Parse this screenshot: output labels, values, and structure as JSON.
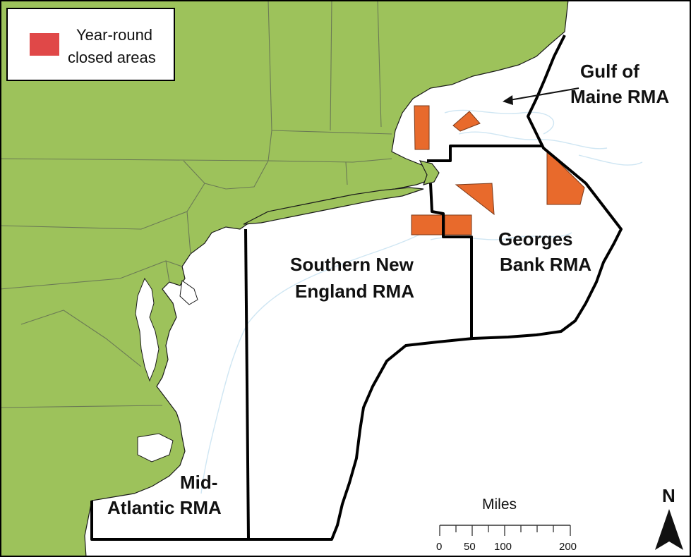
{
  "legend": {
    "label_line1": "Year-round",
    "label_line2": "closed areas",
    "swatch_color": "#e04848"
  },
  "regions": {
    "gulf_of_maine": {
      "line1": "Gulf of",
      "line2": "Maine RMA"
    },
    "georges_bank": {
      "line1": "Georges",
      "line2": "Bank RMA"
    },
    "southern_new_england": {
      "line1": "Southern New",
      "line2": "England RMA"
    },
    "mid_atlantic": {
      "line1": "Mid-",
      "line2": "Atlantic RMA"
    }
  },
  "scale_bar": {
    "title": "Miles",
    "ticks": [
      "0",
      "50",
      "100",
      "200"
    ]
  },
  "north_arrow": {
    "label": "N"
  },
  "colors": {
    "land": "#9dc25b",
    "water": "#ffffff",
    "closed_area": "#e86a2c",
    "rma_border": "#000000",
    "state_lines": "#6b7a55",
    "depth_contours": "#cfe6f3"
  }
}
